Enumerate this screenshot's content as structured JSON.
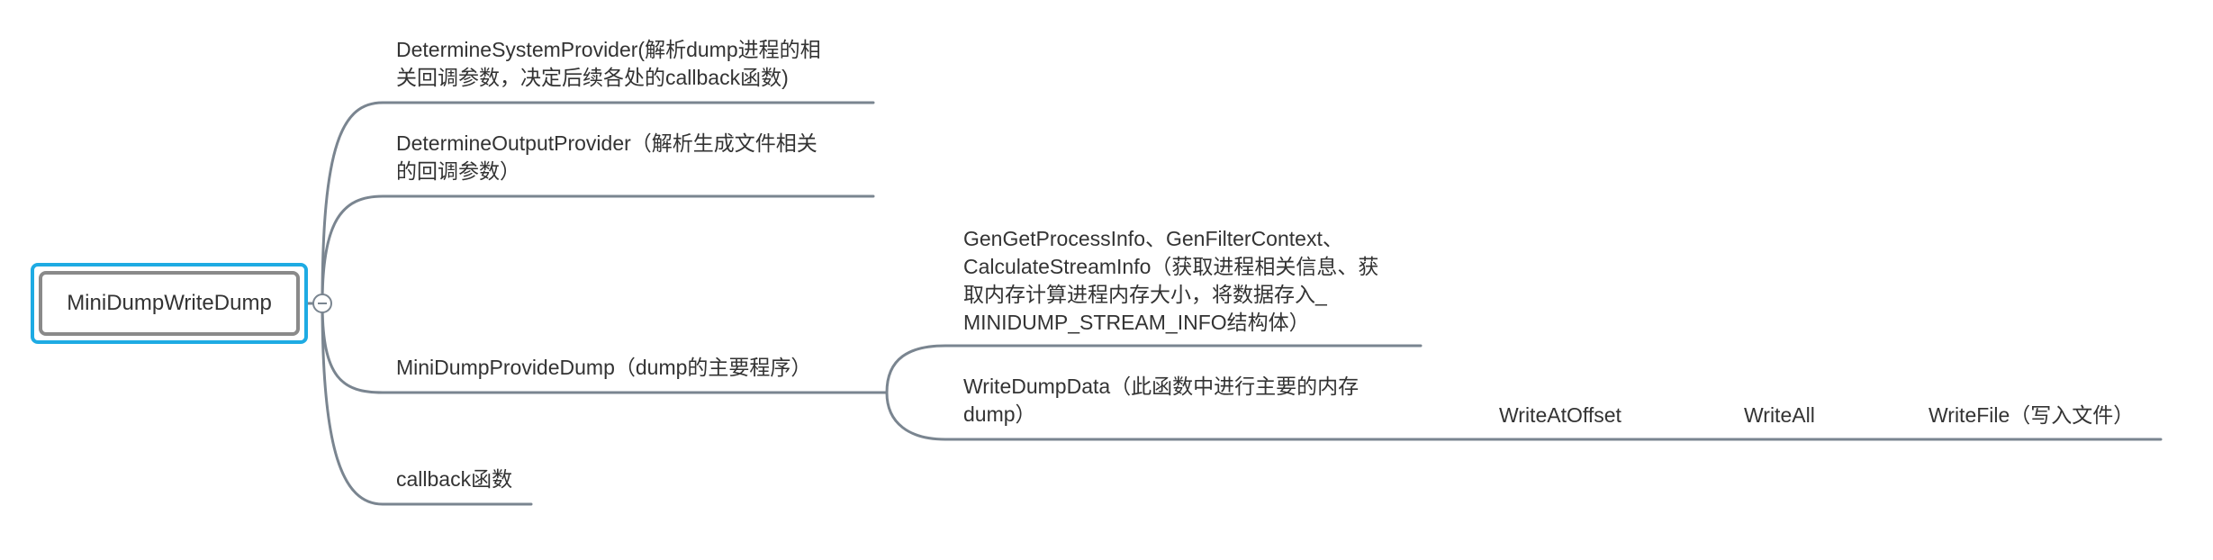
{
  "root": {
    "label": "MiniDumpWriteDump"
  },
  "collapse_toggle": {
    "icon": "minus-circle-icon"
  },
  "topics": {
    "determine_system_provider": {
      "line1": "DetermineSystemProvider(解析dump进程的相",
      "line2": "关回调参数，决定后续各处的callback函数)"
    },
    "determine_output_provider": {
      "line1": "DetermineOutputProvider（解析生成文件相关",
      "line2": "的回调参数）"
    },
    "minidump_provide_dump": {
      "label": "MiniDumpProvideDump（dump的主要程序）"
    },
    "callback": {
      "label": "callback函数"
    },
    "gen_process_info": {
      "line1": "GenGetProcessInfo、GenFilterContext、",
      "line2": "CalculateStreamInfo（获取进程相关信息、获",
      "line3": "取内存计算进程内存大小，将数据存入_",
      "line4": "MINIDUMP_STREAM_INFO结构体）"
    },
    "write_dump_data": {
      "line1": "WriteDumpData（此函数中进行主要的内存",
      "line2": "dump）"
    },
    "write_at_offset": {
      "label": "WriteAtOffset"
    },
    "write_all": {
      "label": "WriteAll"
    },
    "write_file": {
      "label": "WriteFile（写入文件）"
    }
  },
  "colors": {
    "line": "#7a8590",
    "root_outer": "#1eabe3",
    "root_inner": "#8a8a8a",
    "text": "#333333"
  }
}
